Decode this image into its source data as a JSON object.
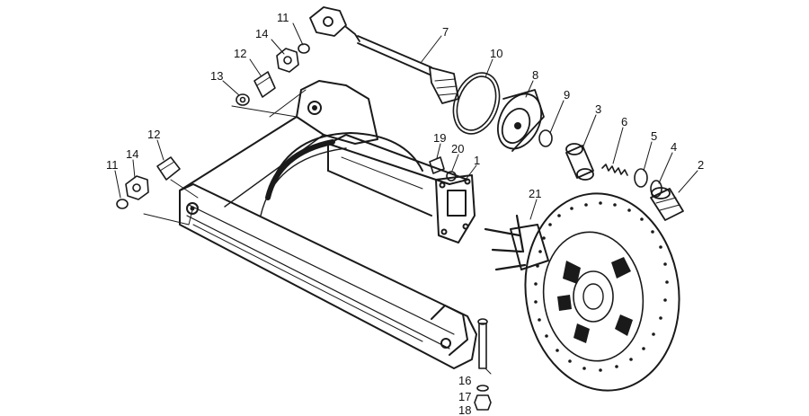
{
  "colors": {
    "ink": "#1a1a1a",
    "background": "#ffffff"
  },
  "callouts": [
    {
      "id": "c11a",
      "label": "11"
    },
    {
      "id": "c14a",
      "label": "14"
    },
    {
      "id": "c12a",
      "label": "12"
    },
    {
      "id": "c13",
      "label": "13"
    },
    {
      "id": "c7",
      "label": "7"
    },
    {
      "id": "c10",
      "label": "10"
    },
    {
      "id": "c8",
      "label": "8"
    },
    {
      "id": "c9",
      "label": "9"
    },
    {
      "id": "c3",
      "label": "3"
    },
    {
      "id": "c6",
      "label": "6"
    },
    {
      "id": "c5",
      "label": "5"
    },
    {
      "id": "c4",
      "label": "4"
    },
    {
      "id": "c2",
      "label": "2"
    },
    {
      "id": "c12b",
      "label": "12"
    },
    {
      "id": "c11b",
      "label": "11"
    },
    {
      "id": "c14b",
      "label": "14"
    },
    {
      "id": "c19",
      "label": "19"
    },
    {
      "id": "c20",
      "label": "20"
    },
    {
      "id": "c1",
      "label": "1"
    },
    {
      "id": "c21",
      "label": "21"
    },
    {
      "id": "c16",
      "label": "16"
    },
    {
      "id": "c17",
      "label": "17"
    },
    {
      "id": "c18",
      "label": "18"
    }
  ]
}
